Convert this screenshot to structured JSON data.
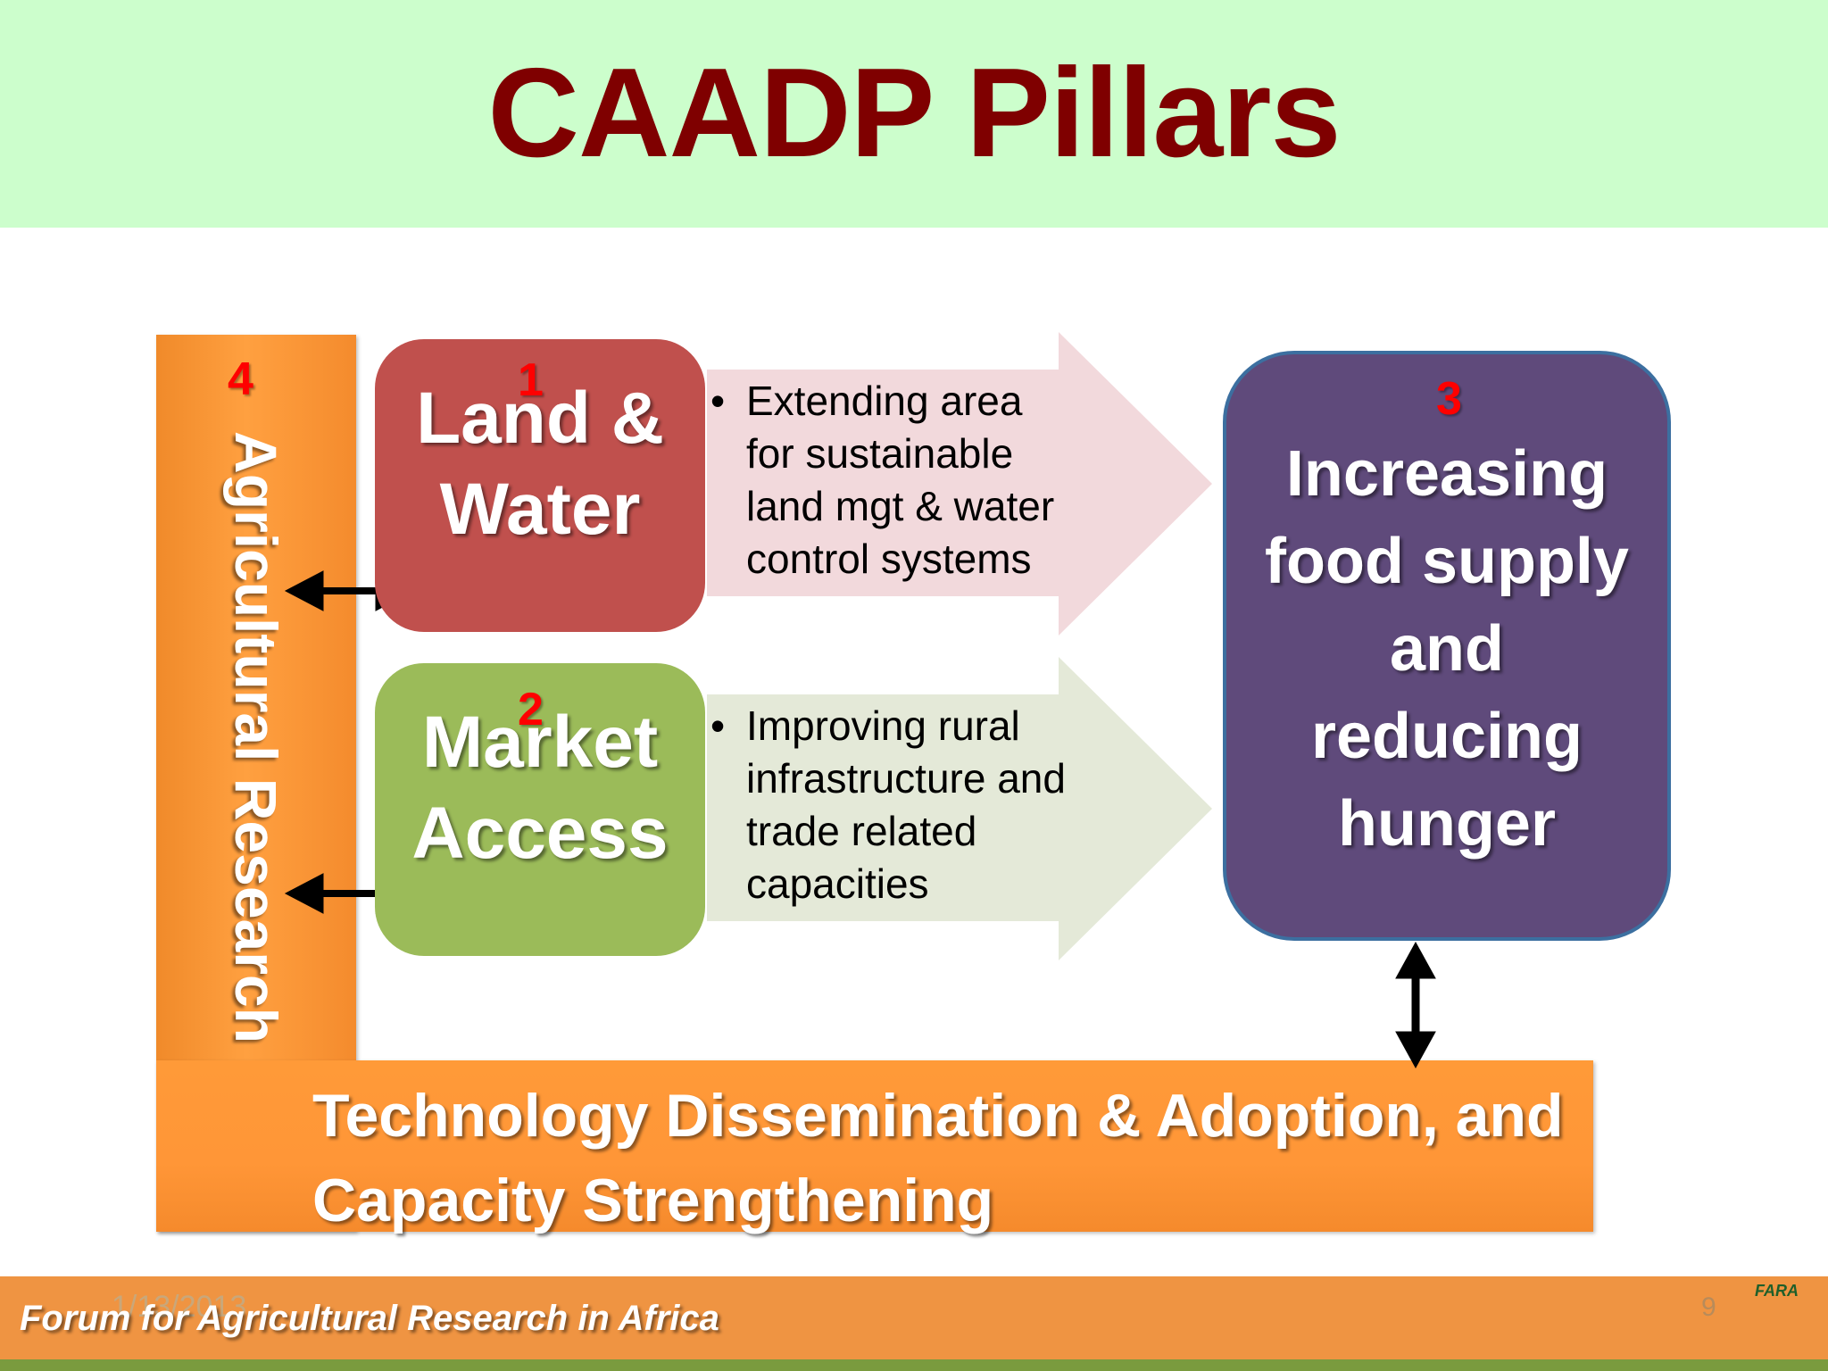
{
  "title": "CAADP Pillars",
  "pillars": {
    "p1": {
      "number": "1",
      "line1": "Land &",
      "line2": "Water"
    },
    "p2": {
      "number": "2",
      "line1": "Market",
      "line2": "Access"
    },
    "p3": {
      "number": "3",
      "lines": [
        "Increasing",
        "food supply",
        "and",
        "reducing",
        "hunger"
      ]
    },
    "p4": {
      "number": "4",
      "label": "Agricultural Research"
    }
  },
  "arrows": {
    "a1": {
      "bullet": "•",
      "lines": [
        "Extending area",
        "for sustainable",
        "land mgt & water",
        "control systems"
      ]
    },
    "a2": {
      "bullet": "•",
      "lines": [
        "Improving rural",
        "infrastructure and",
        "trade related",
        "capacities"
      ]
    }
  },
  "bottom_bar": {
    "line1": "Technology Dissemination & Adoption, and",
    "line2": "Capacity Strengthening"
  },
  "footer": {
    "org": "Forum for Agricultural Research in Africa",
    "date": "1/13/2013",
    "page": "9",
    "logo_text": "FARA"
  },
  "colors": {
    "title_band": "#ccfecc",
    "title_text": "#7f0000",
    "orange": "#ff9637",
    "pillar1": "#c0504d",
    "pillar2": "#9bbb59",
    "pillar3": "#5f4a7b",
    "arrow1": "#f2d9dc",
    "arrow2": "#e4e9d8",
    "number": "#ff0000",
    "footer": "#ef9442"
  }
}
